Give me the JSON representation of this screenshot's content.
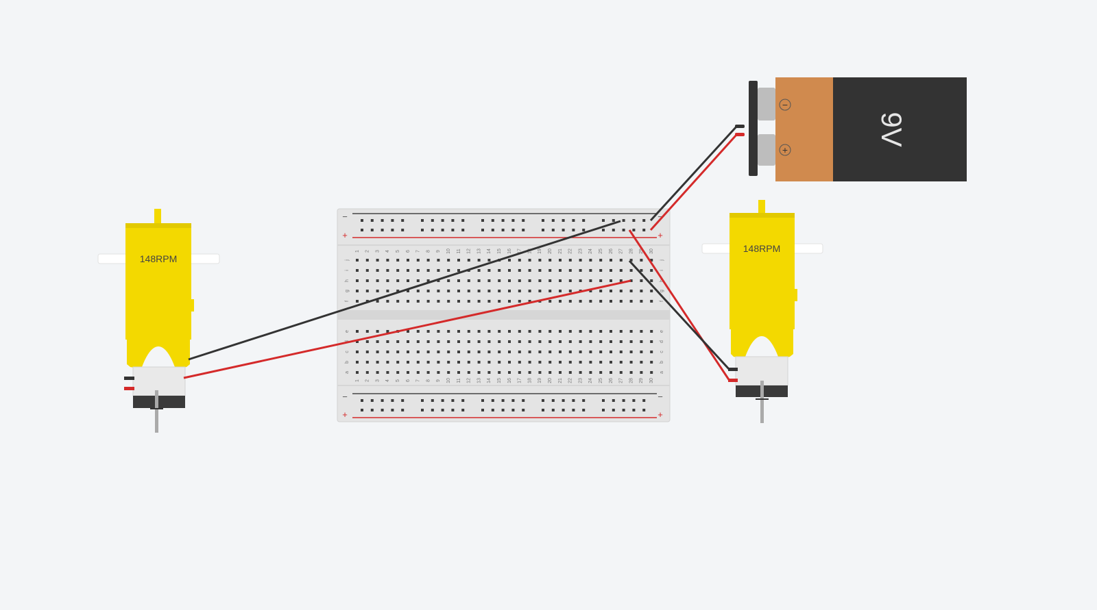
{
  "components": {
    "left_motor": {
      "label": "148RPM"
    },
    "right_motor": {
      "label": "148RPM"
    },
    "battery": {
      "voltage_label": "9V",
      "minus_symbol": "−",
      "plus_symbol": "+"
    },
    "breadboard": {
      "rail_minus": "−",
      "rail_plus": "+",
      "column_count": 30,
      "top_row_letters": [
        "j",
        "i",
        "h",
        "g",
        "f"
      ],
      "bottom_row_letters": [
        "e",
        "d",
        "c",
        "b",
        "a"
      ]
    }
  },
  "colors": {
    "background": "#f3f5f7",
    "motor_yellow": "#f3d900",
    "battery_brown": "#d08a4e",
    "battery_black": "#333333",
    "wire_black": "#333333",
    "wire_red": "#d42a2a",
    "breadboard_body": "#e4e4e4"
  }
}
